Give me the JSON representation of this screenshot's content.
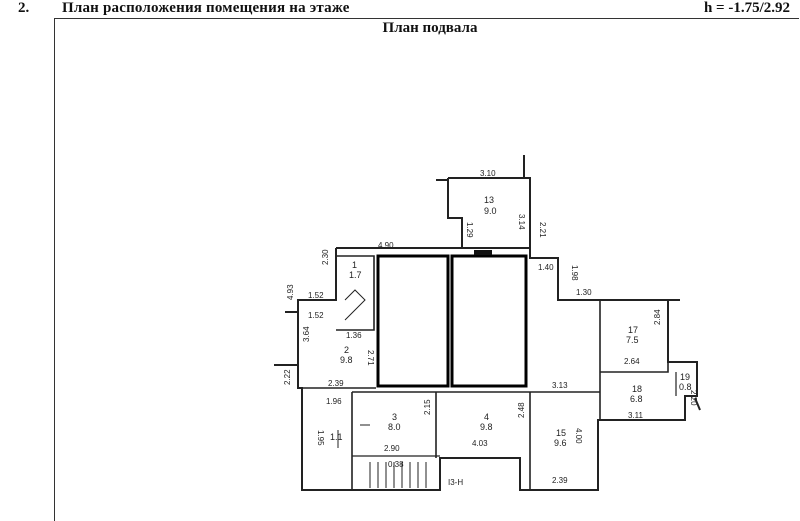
{
  "header": {
    "number": "2.",
    "title": "План расположения помещения на этаже",
    "height": "h = -1.75/2.92"
  },
  "plan": {
    "title": "План подвала",
    "stair_label": "I3-H",
    "rooms": [
      {
        "id": "r13",
        "number": "13",
        "area": "9.0"
      },
      {
        "id": "r1",
        "number": "1",
        "area": "1.7"
      },
      {
        "id": "r2",
        "number": "2",
        "area": "9.8"
      },
      {
        "id": "r3",
        "number": "3",
        "area": "8.0"
      },
      {
        "id": "r4",
        "number": "4",
        "area": "9.8"
      },
      {
        "id": "r15",
        "number": "15",
        "area": "9.6"
      },
      {
        "id": "r17",
        "number": "17",
        "area": "7.5"
      },
      {
        "id": "r18",
        "number": "18",
        "area": "6.8"
      },
      {
        "id": "r19",
        "number": "19",
        "area": "0.8"
      },
      {
        "id": "r5",
        "number": "",
        "area": "1.1"
      }
    ],
    "dimensions": {
      "d310": "3.10",
      "d314": "3.14",
      "d129": "1.29",
      "d221": "2.21",
      "d490": "4.90",
      "d140": "1.40",
      "d198": "1.98",
      "d130": "1.30",
      "d230": "2.30",
      "d152a": "1.52",
      "d152b": "1.52",
      "d493": "4.93",
      "d136": "1.36",
      "d364": "3.64",
      "d271": "2.71",
      "d284": "2.84",
      "d264": "2.64",
      "d222": "2.22",
      "d239top": "2.39",
      "d313": "3.13",
      "d220": "2.20",
      "d311": "3.11",
      "d196": "1.96",
      "d215": "2.15",
      "d248": "2.48",
      "d400": "4.00",
      "d195": "1.95",
      "d290": "2.90",
      "d403": "4.03",
      "d239": "2.39",
      "d038": "0.38"
    }
  }
}
